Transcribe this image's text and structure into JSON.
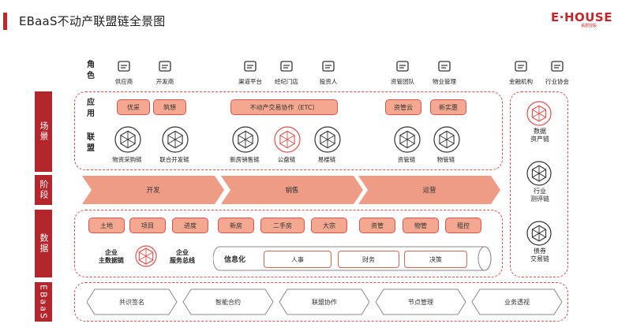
{
  "title": "EBaaS不动产联盟链全景图",
  "logo": {
    "text": "E·HOUSE",
    "sub": "易居控股"
  },
  "sides": {
    "scene": "场景",
    "stage": "阶段",
    "data": "数据",
    "ebaas": "EBaaS"
  },
  "roles": {
    "label": "角色",
    "items": [
      "供应商",
      "开发商",
      "渠道平台",
      "经纪门店",
      "投资人",
      "资管团队",
      "物业管理",
      "金融机构",
      "行业协会"
    ]
  },
  "apps": {
    "label": "应用",
    "items": [
      "优采",
      "筑想",
      "不动产交易协作（ETC）",
      "资管云",
      "新实惠"
    ]
  },
  "alliance": {
    "label": "联盟",
    "chains": [
      "物资采购链",
      "联合开发链",
      "新房销售链",
      "公盘链",
      "易楼链",
      "资管链",
      "物管链"
    ]
  },
  "stages": [
    "开发",
    "销售",
    "运营"
  ],
  "data_pills": [
    "土地",
    "项目",
    "进度",
    "新房",
    "二手房",
    "大宗",
    "资管",
    "物管",
    "租控"
  ],
  "data_bottom": {
    "left": "企业\n主数据链",
    "right": "企业\n服务总线",
    "info": "信息化",
    "info_items": [
      "人事",
      "财务",
      "决策"
    ]
  },
  "right_col": [
    "数据\n资产链",
    "行业\n测评链",
    "债券\n交易链"
  ],
  "ebaas_items": [
    "共识签名",
    "智能合约",
    "联盟协作",
    "节点管理",
    "业务透视"
  ],
  "colors": {
    "brand": "#b3262c",
    "pill": "#f3a88f",
    "stage": "#ef9c86"
  }
}
